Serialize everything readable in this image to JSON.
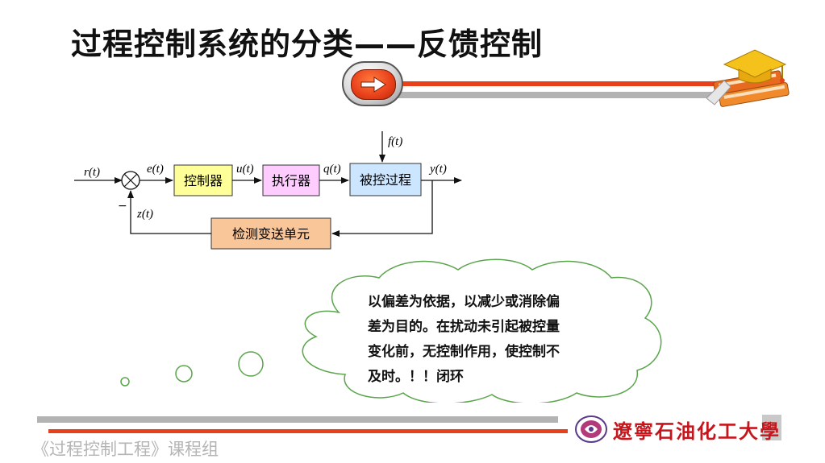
{
  "slide": {
    "title": "过程控制系统的分类——反馈控制",
    "course": "《过程控制工程》课程组",
    "university": "遼寧石油化工大學"
  },
  "diagram": {
    "blocks": {
      "controller": "控制器",
      "actuator": "执行器",
      "process": "被控过程",
      "sensor": "检测变送单元"
    },
    "signals": {
      "r": "r(t)",
      "e": "e(t)",
      "u": "u(t)",
      "q": "q(t)",
      "y": "y(t)",
      "f": "f(t)",
      "z": "z(t)",
      "minus": "−"
    }
  },
  "note": {
    "line1": "以偏差为依据，以减少或消除偏",
    "line2": "差为目的。在扰动未引起被控量",
    "line3": "变化前，无控制作用，使控制不",
    "line4": "及时。！！闭环"
  },
  "colors": {
    "red": "#e8401a",
    "gray": "#b3b3b3",
    "controller": "#ffff99",
    "actuator": "#ffccff",
    "process": "#cce6ff",
    "sensor": "#f9c69a",
    "cloud": "#5aa54b"
  }
}
